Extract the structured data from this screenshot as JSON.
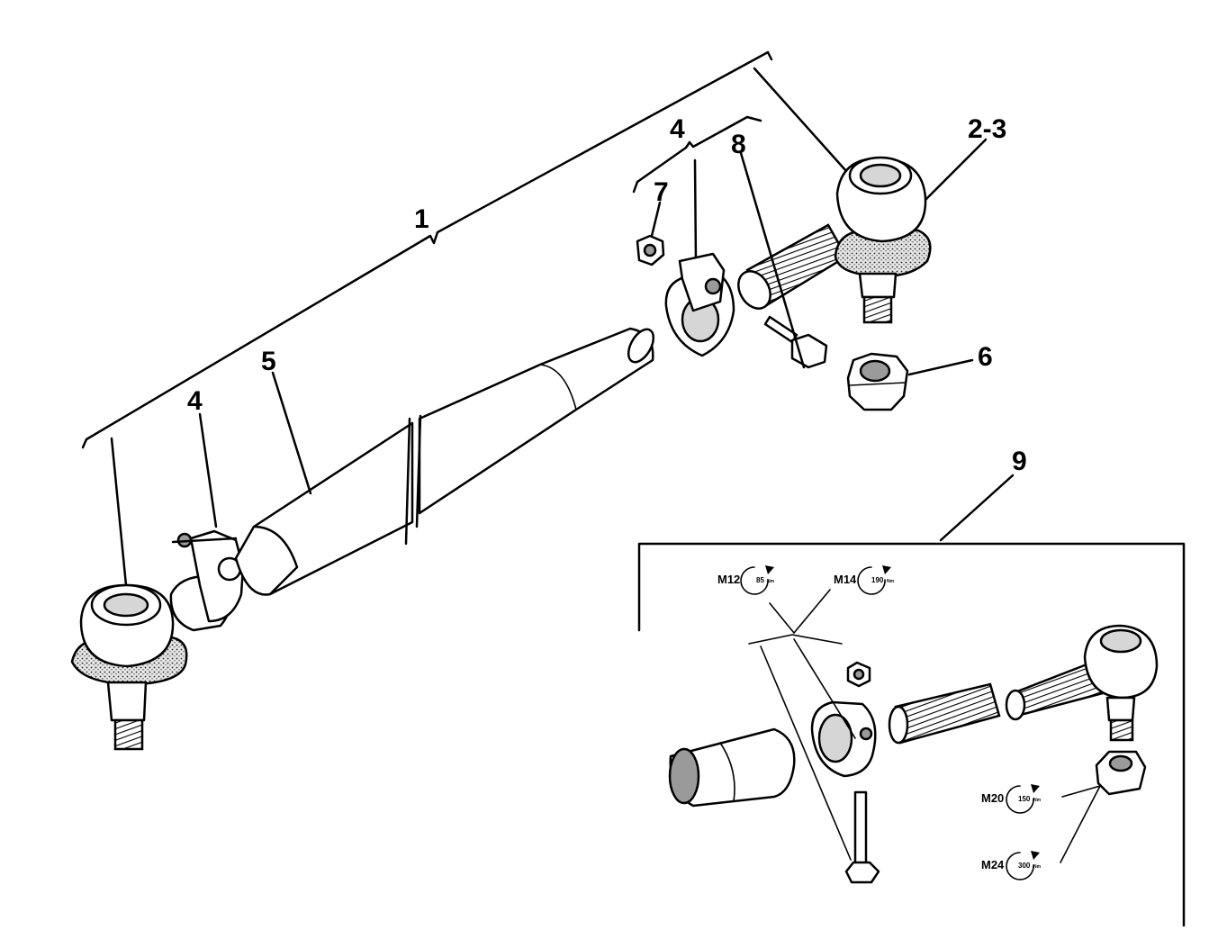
{
  "callouts": {
    "c1": "1",
    "c23": "2-3",
    "c4a": "4",
    "c4b": "4",
    "c5": "5",
    "c6": "6",
    "c7": "7",
    "c8": "8",
    "c9": "9"
  },
  "torque": {
    "m12": {
      "size": "M12",
      "value": "85",
      "unit": "Nm"
    },
    "m14": {
      "size": "M14",
      "value": "190",
      "unit": "Nm"
    },
    "m20": {
      "size": "M20",
      "value": "150",
      "unit": "Nm"
    },
    "m24": {
      "size": "M24",
      "value": "300",
      "unit": "Nm"
    }
  }
}
